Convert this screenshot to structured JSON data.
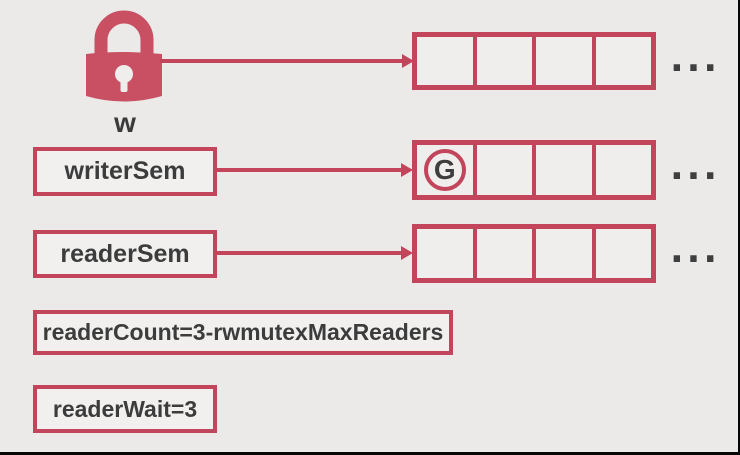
{
  "colors": {
    "background": "#EBEAE9",
    "accent": "#C2455C",
    "box_fill": "#F1F0EF",
    "text": "#3C3C3C",
    "frame": "#000000"
  },
  "lock": {
    "icon": "padlock",
    "label": "w"
  },
  "lock_queue": {
    "cells": 4,
    "occupants": [
      "",
      "",
      "",
      ""
    ],
    "ellipsis": "..."
  },
  "semaphores": {
    "writerSem": {
      "label": "writerSem",
      "queue": {
        "cells": 4,
        "occupants": [
          "G",
          "",
          "",
          ""
        ],
        "ellipsis": "..."
      }
    },
    "readerSem": {
      "label": "readerSem",
      "queue": {
        "cells": 4,
        "occupants": [
          "",
          "",
          "",
          ""
        ],
        "ellipsis": "..."
      }
    }
  },
  "fields": {
    "readerCount": "readerCount=3-rwmutexMaxReaders",
    "readerWait": "readerWait=3"
  },
  "goroutine_badge": "G"
}
